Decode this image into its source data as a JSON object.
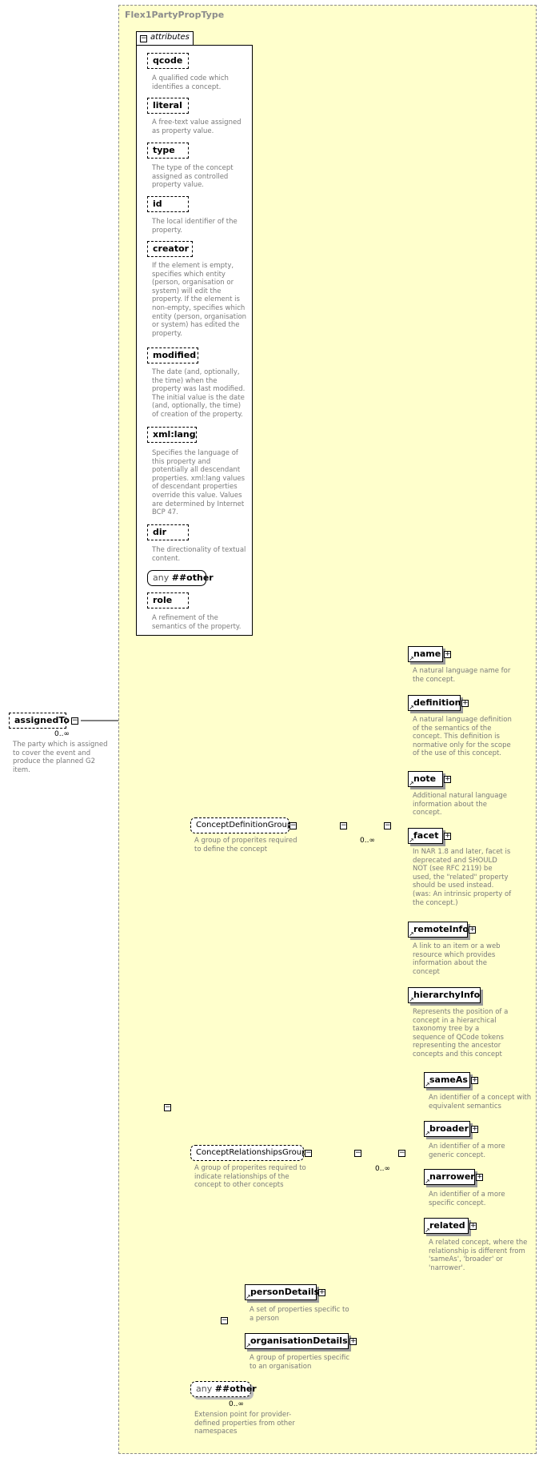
{
  "diagram": {
    "type_name": "Flex1PartyPropType",
    "root": {
      "name": "assignedTo",
      "occurrence": "0..∞",
      "description": "The party which is assigned to cover the event and produce the planned G2 item."
    },
    "attributes_label": "attributes",
    "attributes": [
      {
        "name": "qcode",
        "description": "A qualified code which identifies a concept."
      },
      {
        "name": "literal",
        "description": "A free-text value assigned as property value."
      },
      {
        "name": "type",
        "description": "The type of the concept assigned as controlled property value."
      },
      {
        "name": "id",
        "description": "The local identifier of the property."
      },
      {
        "name": "creator",
        "description": "If the element is empty, specifies which entity (person, organisation or system) will edit the property. If the element is non-empty, specifies which entity (person, organisation or system) has edited the property."
      },
      {
        "name": "modified",
        "description": "The date (and, optionally, the time) when the property was last modified. The initial value is the date (and, optionally, the time) of creation of the property."
      },
      {
        "name": "xml:lang",
        "description": "Specifies the language of this property and potentially all descendant properties. xml:lang values of descendant properties override this value. Values are determined by Internet BCP 47."
      },
      {
        "name": "dir",
        "description": "The directionality of textual content."
      },
      {
        "any_prefix": "any",
        "name": "##other",
        "description": ""
      },
      {
        "name": "role",
        "description": "A refinement of the semantics of the property."
      }
    ],
    "concept_definition_group": {
      "name": "ConceptDefinitionGroup",
      "description": "A group of properites required to define the concept",
      "choice_occurrence": "0..∞",
      "elements": [
        {
          "name": "name",
          "description": "A natural language name for the concept."
        },
        {
          "name": "definition",
          "description": "A natural language definition of the semantics of the concept. This definition is normative only for the scope of the use of this concept."
        },
        {
          "name": "note",
          "description": "Additional natural language information about the concept."
        },
        {
          "name": "facet",
          "description": "In NAR 1.8 and later, facet is deprecated and SHOULD NOT (see RFC 2119) be used, the \"related\" property should be used instead.(was: An intrinsic property of the concept.)"
        },
        {
          "name": "remoteInfo",
          "description": "A link to an item or a web resource which provides information about the concept"
        },
        {
          "name": "hierarchyInfo",
          "description": "Represents the position of a concept in a hierarchical taxonomy tree by a sequence of QCode tokens representing the ancestor concepts and this concept"
        }
      ]
    },
    "concept_relationships_group": {
      "name": "ConceptRelationshipsGroup",
      "description": "A group of properites required to indicate relationships of the concept to other concepts",
      "choice_occurrence": "0..∞",
      "elements": [
        {
          "name": "sameAs",
          "description": "An identifier of a concept with equivalent semantics"
        },
        {
          "name": "broader",
          "description": "An identifier of a more generic concept."
        },
        {
          "name": "narrower",
          "description": "An identifier of a more specific concept."
        },
        {
          "name": "related",
          "description": "A related concept, where the relationship is different from 'sameAs', 'broader' or 'narrower'."
        }
      ]
    },
    "details_choice": [
      {
        "name": "personDetails",
        "description": "A set of properties specific to a person"
      },
      {
        "name": "organisationDetails",
        "description": "A group of properties specific to an organisation"
      }
    ],
    "any_other": {
      "prefix": "any",
      "name": "##other",
      "occurrence": "0..∞",
      "description": "Extension point for provider-defined properties from other namespaces"
    },
    "colors": {
      "type_background": "#ffffcc",
      "description_text": "#7a7a7a",
      "type_title": "#8c8c8c"
    }
  }
}
